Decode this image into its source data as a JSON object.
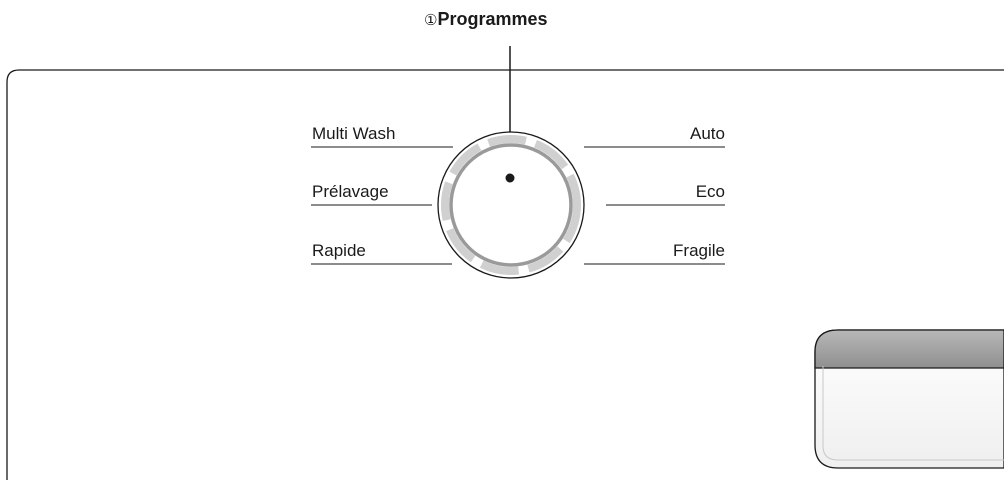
{
  "callout": {
    "number": "①",
    "title": "Programmes"
  },
  "programmes": {
    "left": [
      "Multi Wash",
      "Prélavage",
      "Rapide"
    ],
    "right": [
      "Auto",
      "Eco",
      "Fragile"
    ]
  },
  "colors": {
    "outline": "#1a1a1a",
    "dial_ring": "#9a9a9a",
    "dial_outer": "#bdbdbd",
    "display_header": "#a0a0a0"
  }
}
